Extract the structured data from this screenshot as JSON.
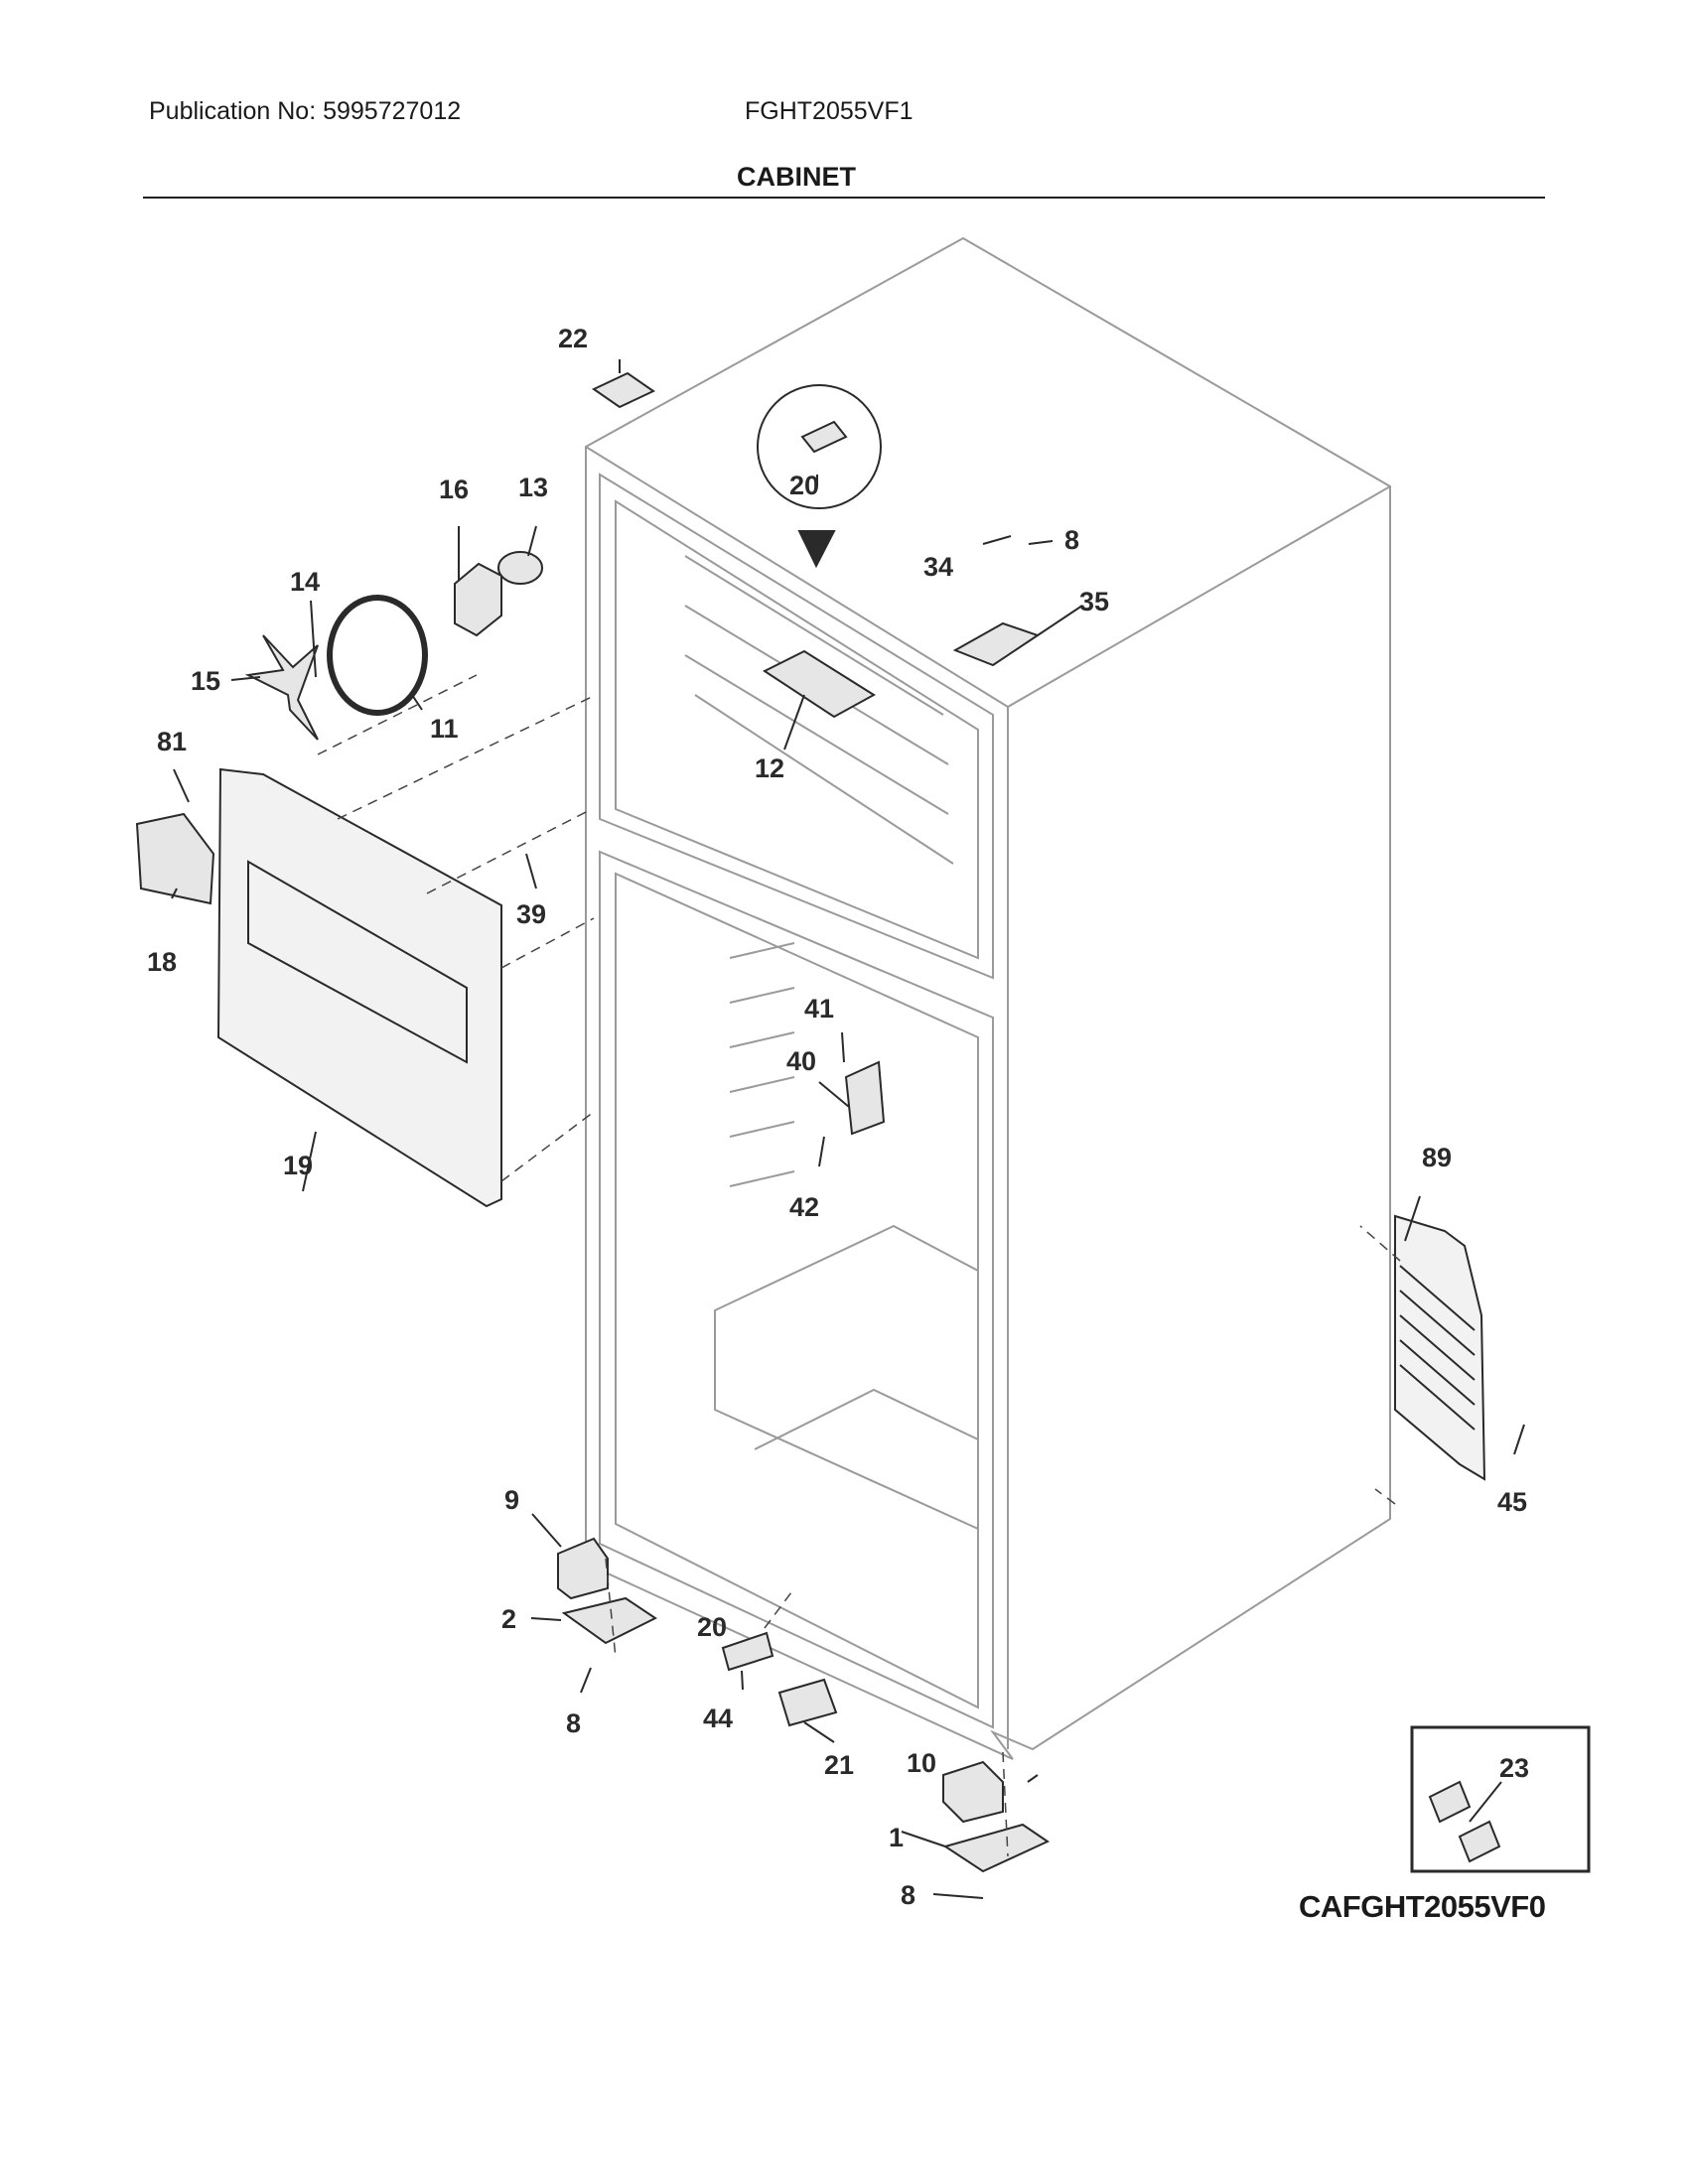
{
  "header": {
    "publication": "Publication No: 5995727012",
    "model": "FGHT2055VF1"
  },
  "section_title": "CABINET",
  "diagram_code": "CAFGHT2055VF0",
  "callouts": [
    "22",
    "20",
    "16",
    "13",
    "14",
    "8",
    "34",
    "35",
    "15",
    "11",
    "12",
    "81",
    "39",
    "18",
    "19",
    "41",
    "40",
    "42",
    "89",
    "45",
    "9",
    "2",
    "20",
    "8",
    "44",
    "21",
    "10",
    "1",
    "8",
    "23"
  ],
  "colors": {
    "line": "#2a2a2a",
    "cabinet": "#9a9a9a",
    "part_fill": "#e6e6e6"
  }
}
